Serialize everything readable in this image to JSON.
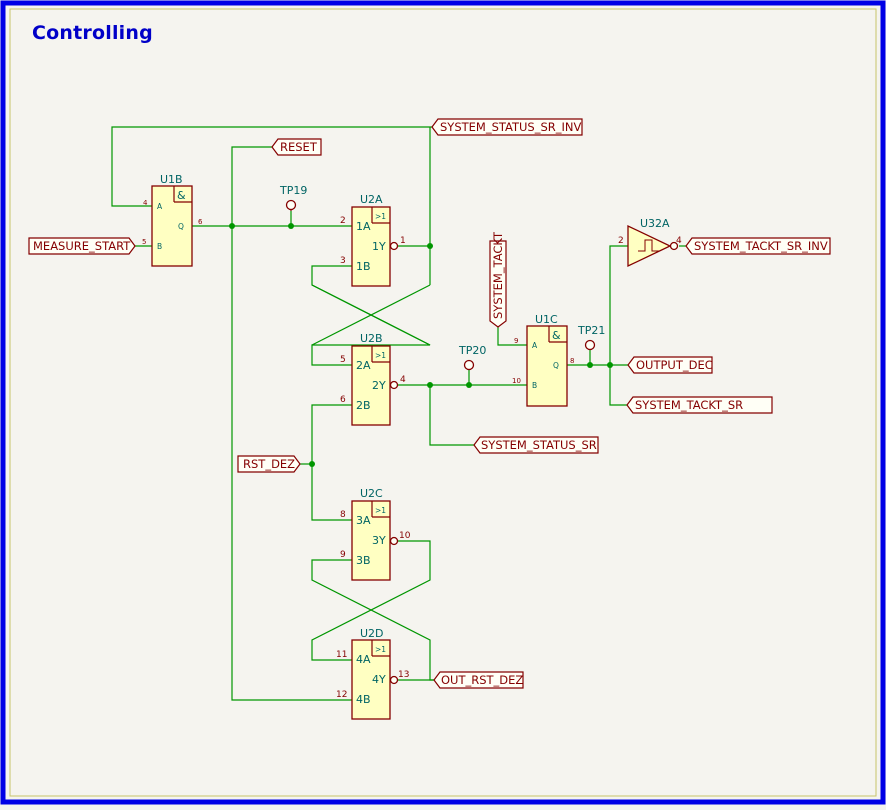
{
  "title": "Controlling",
  "colors": {
    "border": "#0000e6",
    "wire": "#009600",
    "symbol": "#840000",
    "symbol_fill": "#ffffc2",
    "refdes": "#006464",
    "background": "#f5f4ef",
    "title": "#0000c8"
  },
  "labels": {
    "system_status_sr_inv": "SYSTEM_STATUS_SR_INV",
    "reset": "RESET",
    "measure_start": "MEASURE_START",
    "system_tackt": "SYSTEM_TACKT",
    "system_tackt_sr_inv": "SYSTEM_TACKT_SR_INV",
    "output_dec": "OUTPUT_DEC",
    "system_tackt_sr": "SYSTEM_TACKT_SR",
    "system_status_sr": "SYSTEM_STATUS_SR",
    "rst_dez": "RST_DEZ",
    "out_rst_dez": "OUT_RST_DEZ"
  },
  "components": {
    "u1b": {
      "ref": "U1B",
      "type": "&",
      "pin_a": "A",
      "pin_b": "B",
      "pin_q": "Q",
      "num_a": "4",
      "num_b": "5",
      "num_q": "6"
    },
    "u1c": {
      "ref": "U1C",
      "type": "&",
      "pin_a": "A",
      "pin_b": "B",
      "pin_q": "Q",
      "num_a": "9",
      "num_b": "10",
      "num_q": "8"
    },
    "u2a": {
      "ref": "U2A",
      "type": ">1",
      "pin_a": "1A",
      "pin_b": "1B",
      "pin_y": "1Y",
      "num_a": "2",
      "num_b": "3",
      "num_y": "1"
    },
    "u2b": {
      "ref": "U2B",
      "type": ">1",
      "pin_a": "2A",
      "pin_b": "2B",
      "pin_y": "2Y",
      "num_a": "5",
      "num_b": "6",
      "num_y": "4"
    },
    "u2c": {
      "ref": "U2C",
      "type": ">1",
      "pin_a": "3A",
      "pin_b": "3B",
      "pin_y": "3Y",
      "num_a": "8",
      "num_b": "9",
      "num_y": "10"
    },
    "u2d": {
      "ref": "U2D",
      "type": ">1",
      "pin_a": "4A",
      "pin_b": "4B",
      "pin_y": "4Y",
      "num_a": "11",
      "num_b": "12",
      "num_y": "13"
    },
    "u32a": {
      "ref": "U32A",
      "num_in": "2",
      "num_out": "4"
    }
  },
  "test_points": {
    "tp19": "TP19",
    "tp20": "TP20",
    "tp21": "TP21"
  }
}
